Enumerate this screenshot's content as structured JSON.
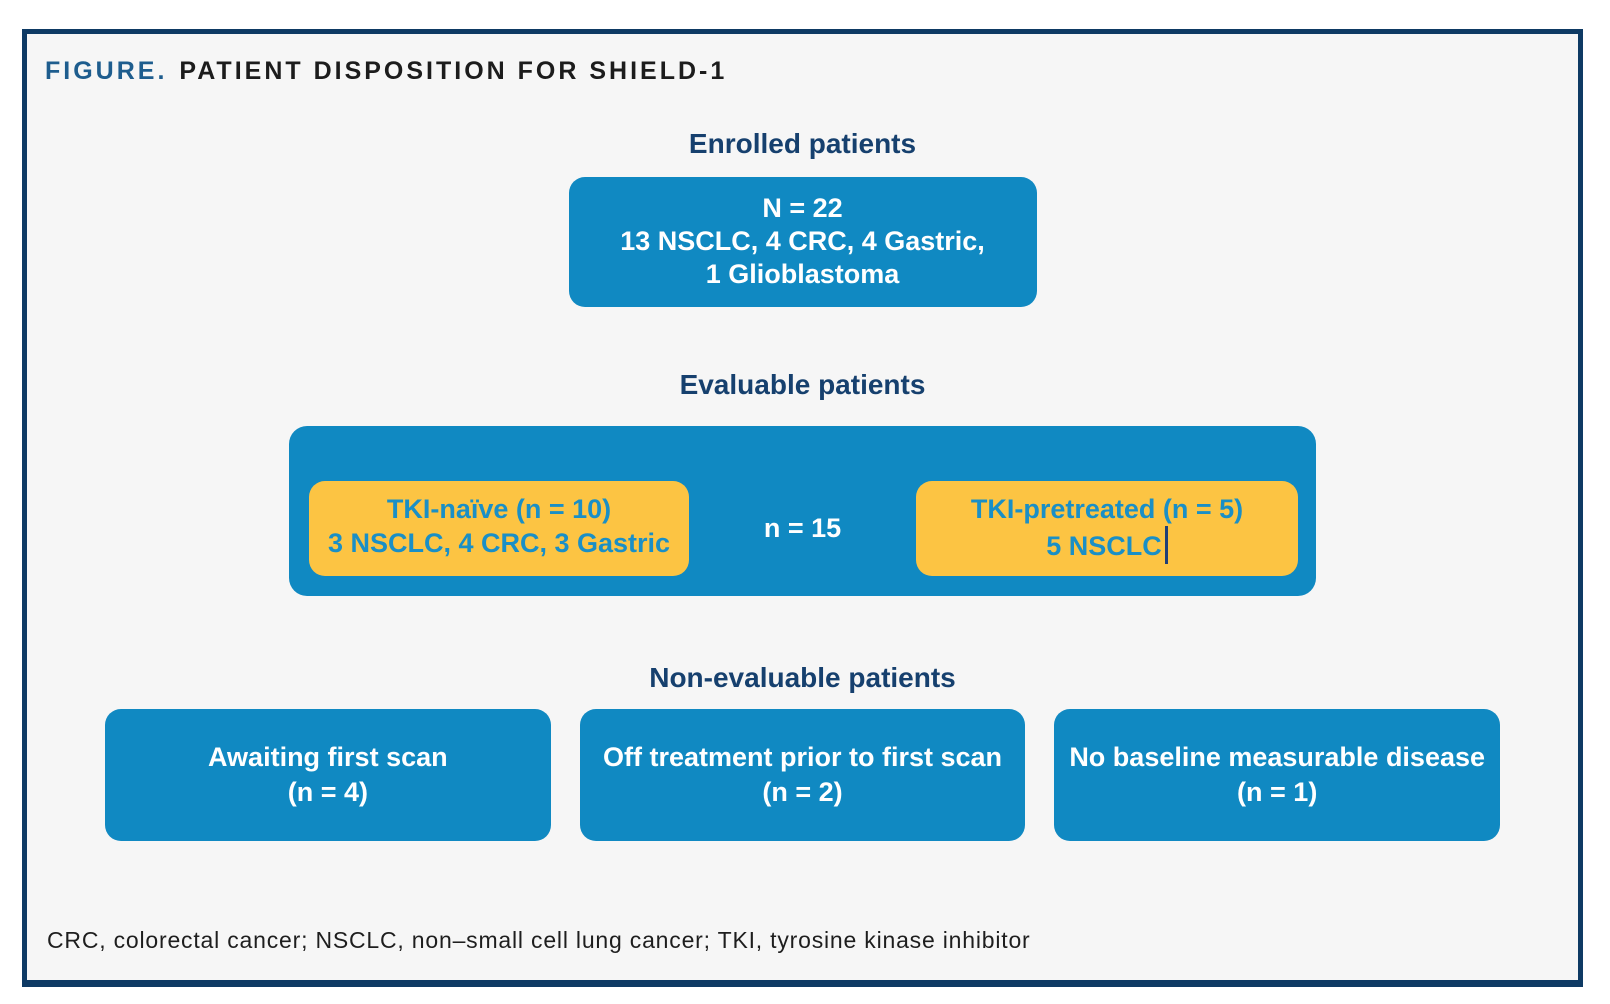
{
  "figure": {
    "title": {
      "prefix": "FIGURE.",
      "text": "PATIENT DISPOSITION FOR SHIELD-1"
    },
    "enrolled": {
      "heading": "Enrolled patients",
      "box": {
        "line1": "N = 22",
        "line2": "13 NSCLC, 4 CRC, 4 Gastric,",
        "line3": "1 Glioblastoma"
      }
    },
    "evaluable": {
      "heading": "Evaluable patients",
      "count_label": "n = 15",
      "tki_naive": {
        "line1": "TKI-naïve (n = 10)",
        "line2": "3 NSCLC, 4 CRC, 3 Gastric"
      },
      "tki_pretreated": {
        "line1": "TKI-pretreated (n = 5)",
        "line2": "5 NSCLC"
      }
    },
    "non_evaluable": {
      "heading": "Non-evaluable patients",
      "boxes": [
        {
          "line1": "Awaiting first scan",
          "line2": "(n = 4)"
        },
        {
          "line1": "Off treatment prior to first scan",
          "line2": "(n = 2)"
        },
        {
          "line1": "No baseline measurable disease",
          "line2": "(n = 1)"
        }
      ]
    },
    "footnote": "CRC, colorectal cancer; NSCLC, non–small cell lung cancer; TKI, tyrosine kinase inhibitor",
    "colors": {
      "box_blue": "#1089c2",
      "box_yellow": "#fcc443",
      "heading_navy": "#16406e",
      "border_navy": "#0e3a64",
      "title_blue": "#1e5d8e",
      "yellow_box_text_blue": "#1a8fc6",
      "panel_background": "#f6f6f6"
    }
  }
}
